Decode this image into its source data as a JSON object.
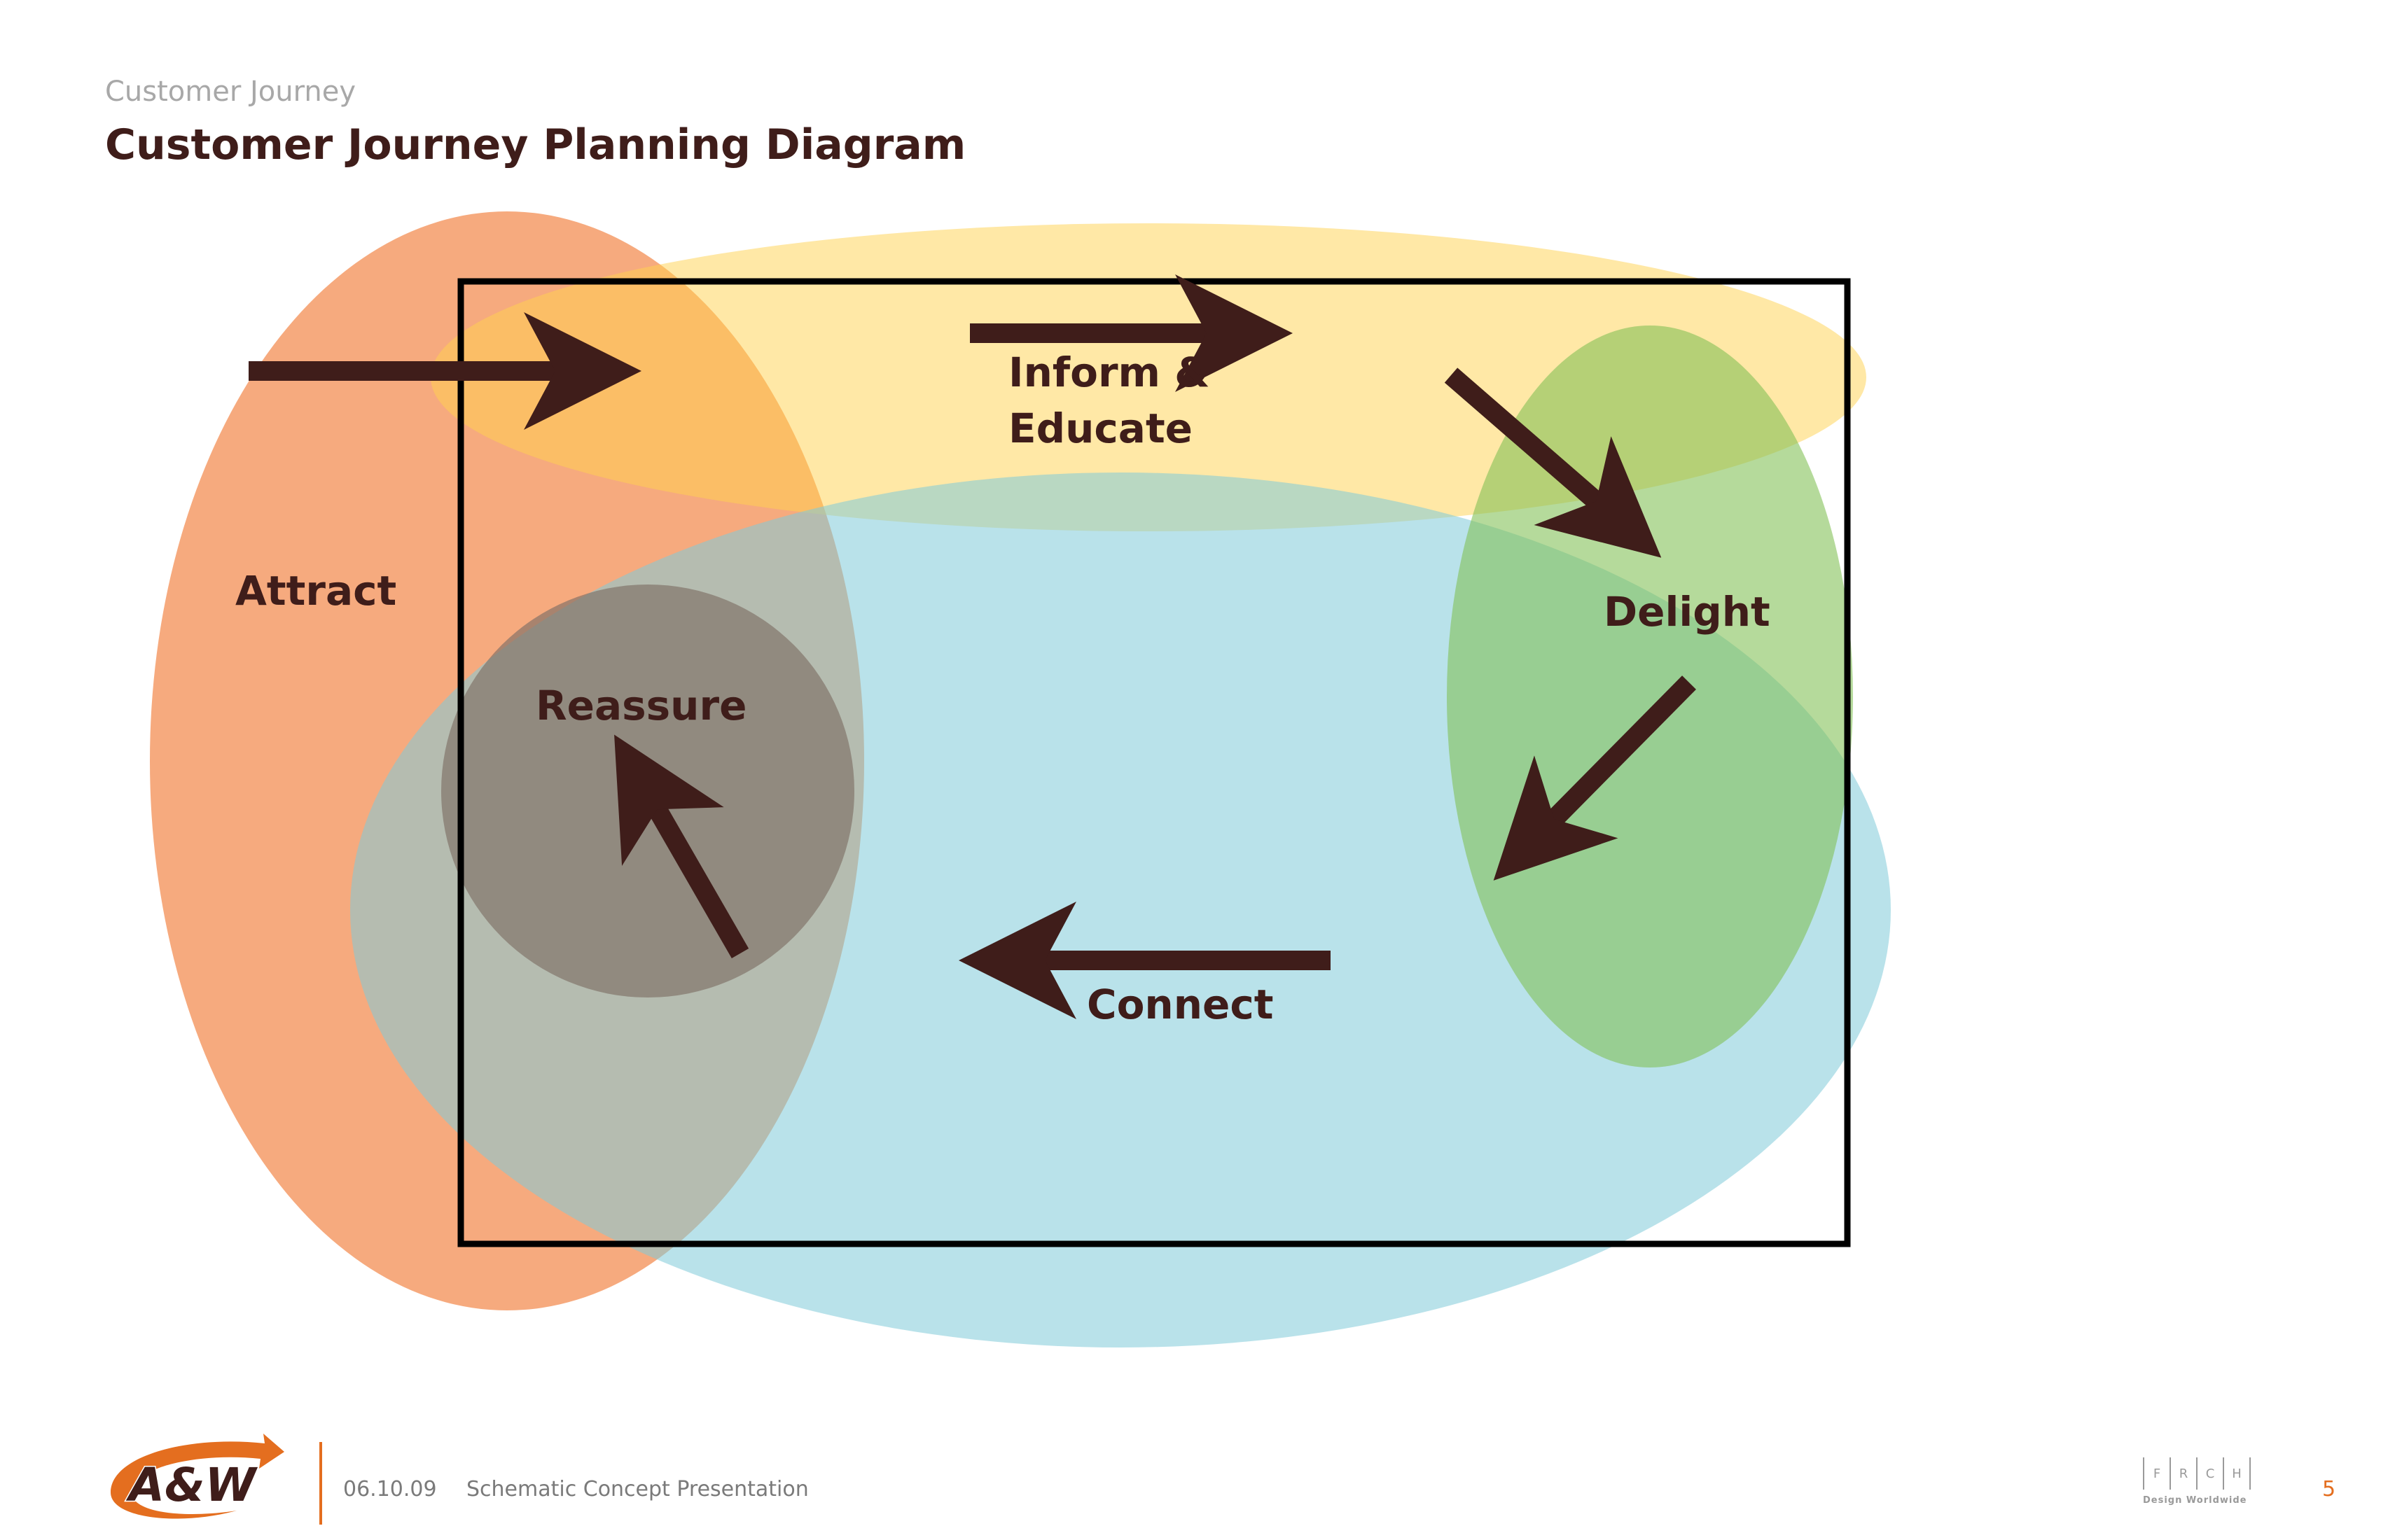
{
  "header": {
    "supertitle": "Customer Journey",
    "title": "Customer Journey Planning Diagram"
  },
  "diagram": {
    "labels": {
      "attract": "Attract",
      "inform_line1": "Inform &",
      "inform_line2": "Educate",
      "delight": "Delight",
      "reassure": "Reassure",
      "connect": "Connect"
    },
    "colors": {
      "attract": "#f2894c",
      "inform": "#ffd96e",
      "connect": "#8fd0de",
      "delight": "#92c46a",
      "reassure": "#7e6e66",
      "arrow": "#3f1d1a",
      "frame": "#000000"
    }
  },
  "footer": {
    "logo_text": "A&W",
    "date": "06.10.09",
    "presentation": "Schematic Concept Presentation",
    "agency_letters": [
      "F",
      "R",
      "C",
      "H"
    ],
    "agency_tagline": "Design Worldwide",
    "page_number": "5"
  }
}
